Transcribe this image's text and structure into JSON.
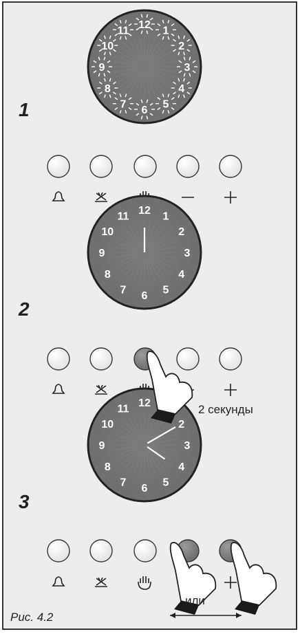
{
  "steps": [
    {
      "number": "1",
      "clock": {
        "mode": "blinking",
        "hour_hand": null,
        "minute_hand": null
      },
      "pressed": []
    },
    {
      "number": "2",
      "clock": {
        "mode": "set",
        "hand_time": "12:00"
      },
      "pressed": [
        "manual"
      ],
      "note": "2 секунды"
    },
    {
      "number": "3",
      "clock": {
        "mode": "set",
        "hand_time": "4:10"
      },
      "pressed": [
        "minus",
        "plus"
      ],
      "note": "или"
    }
  ],
  "clock_numerals": [
    "12",
    "1",
    "2",
    "3",
    "4",
    "5",
    "6",
    "7",
    "8",
    "9",
    "10",
    "11"
  ],
  "buttons": [
    {
      "id": "bell",
      "symbol": "bell-icon"
    },
    {
      "id": "cooking",
      "symbol": "cooking-end-icon"
    },
    {
      "id": "manual",
      "symbol": "hand-icon"
    },
    {
      "id": "minus",
      "symbol": "minus-icon"
    },
    {
      "id": "plus",
      "symbol": "plus-icon"
    }
  ],
  "caption": "Рис. 4.2",
  "colors": {
    "dial": "#6e6e6e",
    "button": "#e2e2e2",
    "button_pressed": "#6a6a6a",
    "panel": "#ededed"
  }
}
